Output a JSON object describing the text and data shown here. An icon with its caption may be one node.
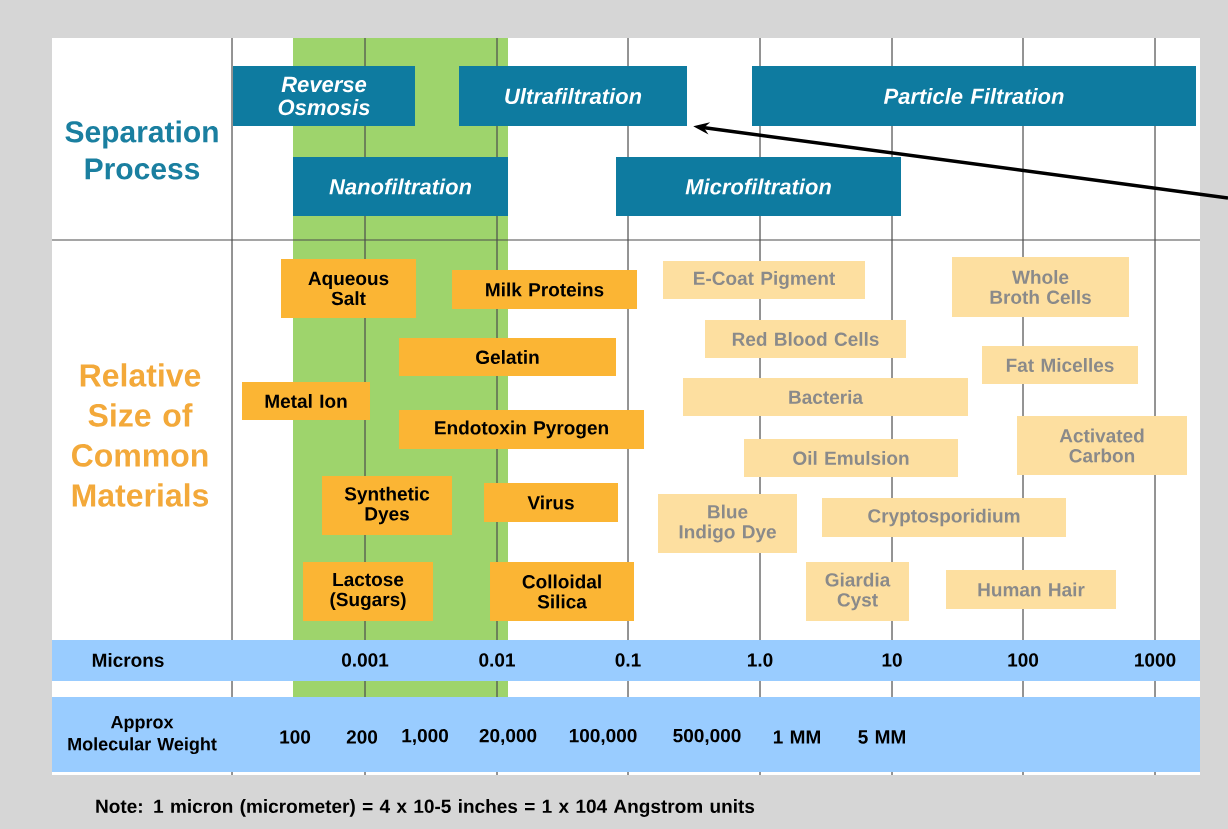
{
  "diagram": {
    "nodes": [
      {
        "text": [
          "Reverse Osmosis"
        ]
      },
      {
        "text": [
          "Ultrafiltration"
        ]
      },
      {
        "text": [
          "Particle Filtration"
        ]
      },
      {
        "text": [
          "Nanofiltration"
        ]
      },
      {
        "text": [
          "Microfiltration"
        ]
      },
      {
        "text": [
          "Aqueous Salt"
        ]
      },
      {
        "text": [
          "Milk Proteins"
        ]
      },
      {
        "text": [
          "Gelatin"
        ]
      },
      {
        "text": [
          "Metal Ion"
        ]
      },
      {
        "text": [
          "Endotoxin Pyrogen"
        ]
      },
      {
        "text": [
          "Synthetic Dyes"
        ]
      },
      {
        "text": [
          "Virus"
        ]
      },
      {
        "text": [
          "Lactose (Sugars)"
        ]
      },
      {
        "text": [
          "Colloidal Silica"
        ]
      },
      {
        "text": [
          "E-Coat Pigment"
        ]
      },
      {
        "text": [
          "Whole Broth Cells"
        ]
      },
      {
        "text": [
          "Red Blood Cells"
        ]
      },
      {
        "text": [
          "Fat Micelles"
        ]
      },
      {
        "text": [
          "Bacteria"
        ]
      },
      {
        "text": [
          "Activated Carbon"
        ]
      },
      {
        "text": [
          "Oil Emulsion"
        ]
      },
      {
        "text": [
          "Blue Indigo Dye"
        ]
      },
      {
        "text": [
          "Cryptosporidium"
        ]
      },
      {
        "text": [
          "Giardia Cyst"
        ]
      },
      {
        "text": [
          "Human Hair"
        ]
      }
    ],
    "edges": [
      {
        "from": null,
        "to": 1,
        "arrow": "to"
      }
    ],
    "labels": [
      "Separation Process",
      "Relative Size of Common Materials",
      "Microns",
      "0.001",
      "0.01",
      "0.1",
      "1.0",
      "10",
      "100",
      "1000",
      "Approx Molecular Weight",
      "100",
      "200",
      "1,000",
      "20,000",
      "100,000",
      "500,000",
      "1 MM",
      "5 MM",
      "Note: 1 micron (micrometer) = 4 x 10-5 inches = 1 x 104 Angstrom units"
    ]
  }
}
